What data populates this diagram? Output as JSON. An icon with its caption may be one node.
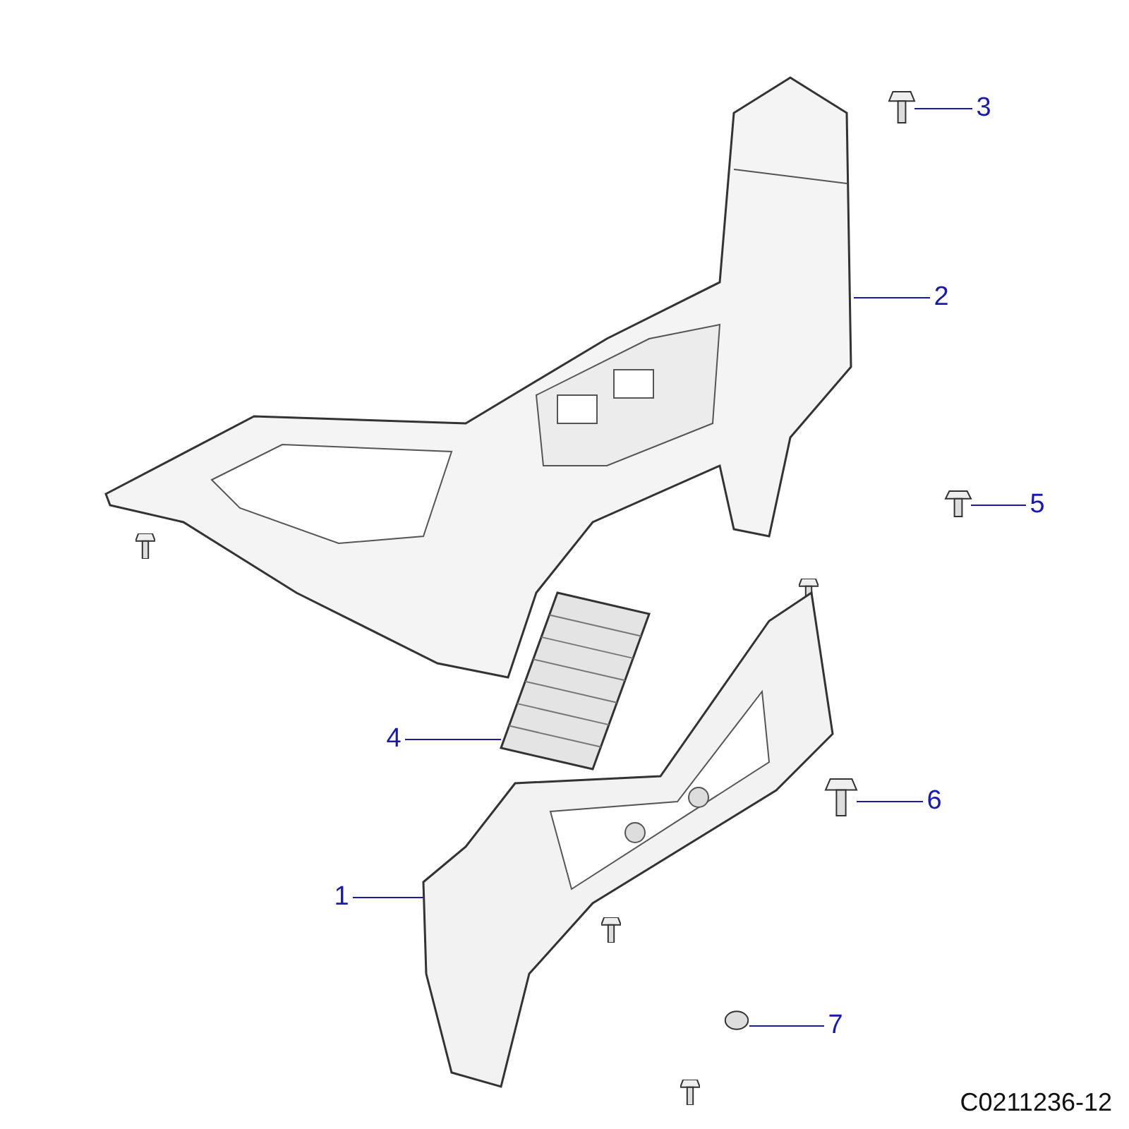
{
  "diagram": {
    "nodes": [
      {
        "text": [
          "3"
        ]
      },
      {
        "text": [],
        "shape": "picture"
      },
      {
        "text": [
          "2"
        ]
      },
      {
        "text": [],
        "shape": "picture"
      },
      {
        "text": [
          "5"
        ]
      },
      {
        "text": [],
        "shape": "picture"
      },
      {
        "text": [
          "4"
        ]
      },
      {
        "text": [],
        "shape": "picture"
      },
      {
        "text": [
          "6"
        ]
      },
      {
        "text": [],
        "shape": "picture"
      },
      {
        "text": [
          "1"
        ]
      },
      {
        "text": [],
        "shape": "picture"
      },
      {
        "text": [
          "7"
        ]
      },
      {
        "text": [],
        "shape": "circle"
      }
    ],
    "edges": [
      {
        "from": 0,
        "to": 1,
        "arrow": "none"
      },
      {
        "from": 2,
        "to": 3,
        "arrow": "none"
      },
      {
        "from": 4,
        "to": 5,
        "arrow": "none"
      },
      {
        "from": 6,
        "to": 7,
        "arrow": "none"
      },
      {
        "from": 8,
        "to": 9,
        "arrow": "none"
      },
      {
        "from": 10,
        "to": 11,
        "arrow": "none"
      },
      {
        "from": 12,
        "to": 13,
        "arrow": "none"
      }
    ],
    "labels": [
      "C0211236-12"
    ]
  }
}
